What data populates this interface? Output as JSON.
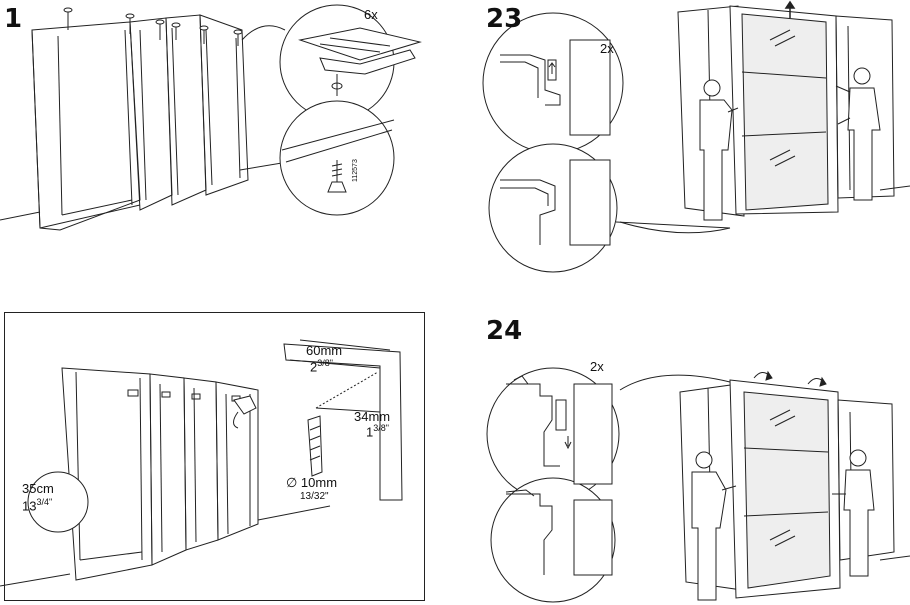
{
  "steps": {
    "step1": {
      "number": "1",
      "quantity": "6x",
      "part_code": "112573"
    },
    "step23": {
      "number": "23",
      "quantity": "2x"
    },
    "step24": {
      "number": "24",
      "quantity": "2x"
    },
    "drill_panel": {
      "dim_60_mm": "60mm",
      "dim_60_in_whole": "2",
      "dim_60_in_frac": "3/8\"",
      "dim_34_mm": "34mm",
      "dim_34_in_whole": "1",
      "dim_34_in_frac": "3/8\"",
      "dim_35_cm": "35cm",
      "dim_35_in_whole": "13",
      "dim_35_in_frac": "3/4\"",
      "dia_mm": "∅ 10mm",
      "dia_in": "13/32\""
    }
  },
  "colors": {
    "line": "#222222",
    "glass": "#dddddd",
    "frame": "#333333"
  }
}
